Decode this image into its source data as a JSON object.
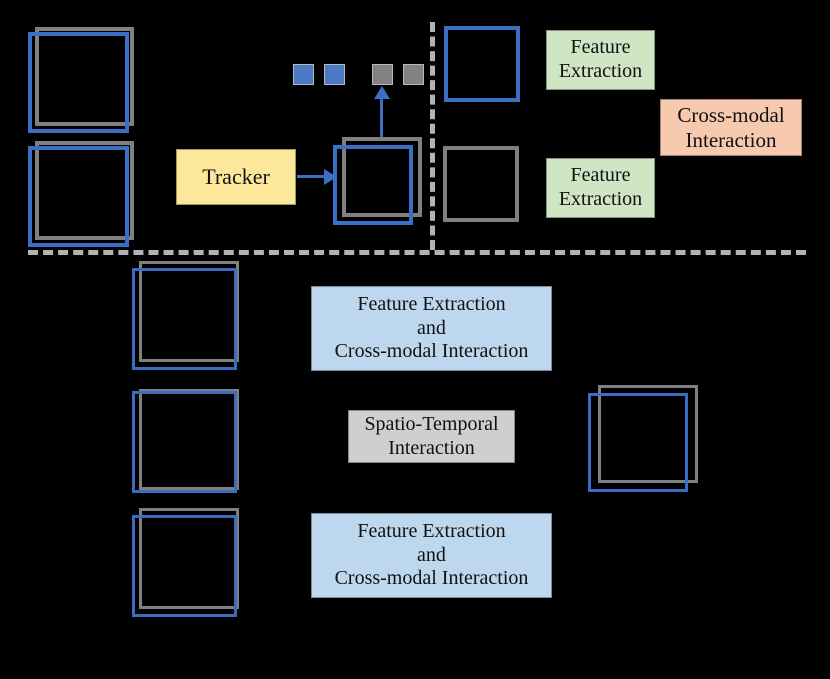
{
  "diagram": {
    "title": "Tracking pipeline comparison diagram",
    "colors": {
      "background": "#000000",
      "blue_box_border": "#3b6fc4",
      "gray_box_border": "#808080",
      "tracker_fill": "#fde79b",
      "feature_extraction_fill": "#cfe5c3",
      "cross_modal_fill": "#f7c9ae",
      "combined_fill": "#bcd7ee",
      "spatio_temporal_fill": "#cfcfcf",
      "dashed_separator": "#b3b3b3",
      "token_blue": "#4a7ac4",
      "token_gray": "#828282"
    }
  },
  "top_section": {
    "tracker_label": "Tracker",
    "feature_extraction_top_label": "Feature\nExtraction",
    "feature_extraction_bottom_label": "Feature\nExtraction",
    "cross_modal_label": "Cross-modal\nInteraction",
    "tokens": [
      {
        "name": "token-blue-1",
        "color": "blue"
      },
      {
        "name": "token-blue-2",
        "color": "blue"
      },
      {
        "name": "token-gray-1",
        "color": "gray"
      },
      {
        "name": "token-gray-2",
        "color": "gray"
      }
    ]
  },
  "bottom_section": {
    "feature_extraction_cross_modal_top_label": "Feature Extraction\nand\nCross-modal Interaction",
    "spatio_temporal_label": "Spatio-Temporal\nInteraction",
    "feature_extraction_cross_modal_bottom_label": "Feature Extraction\nand\nCross-modal Interaction"
  }
}
